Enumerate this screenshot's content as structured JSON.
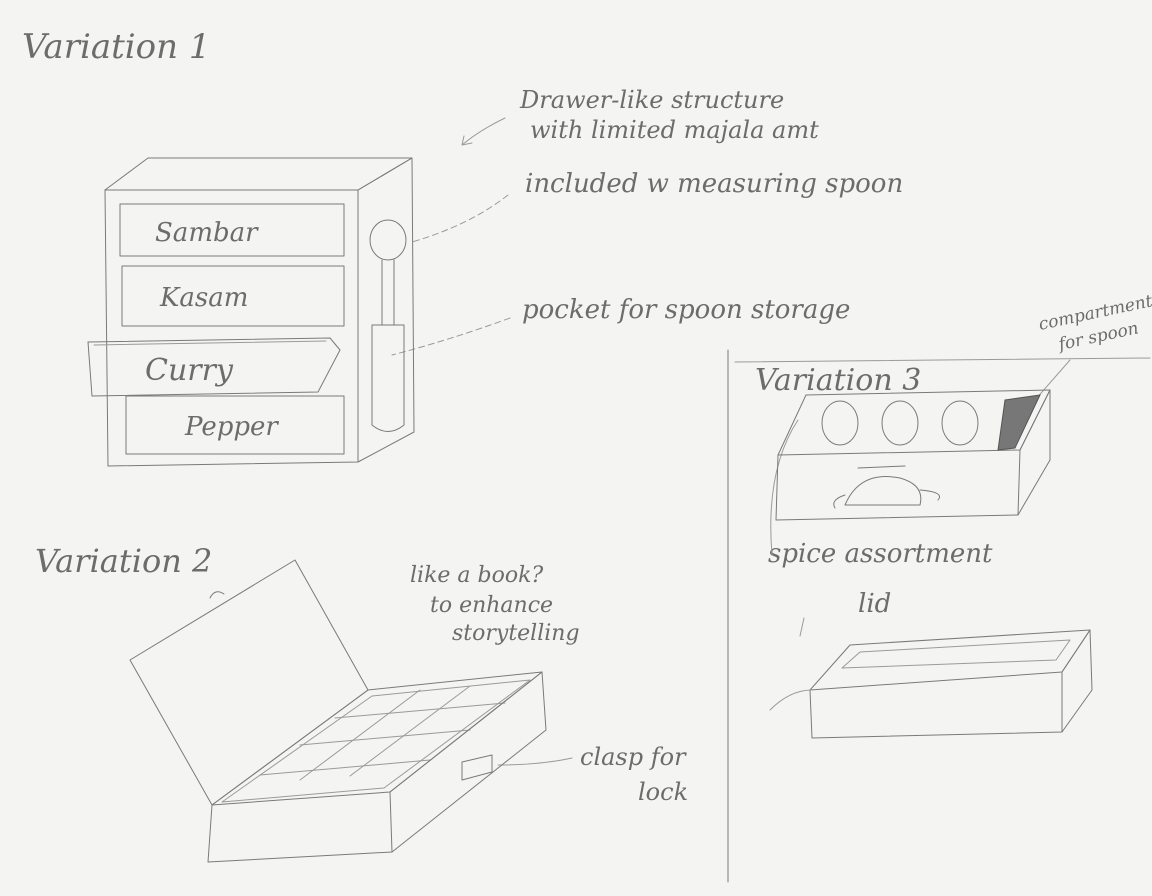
{
  "variation1": {
    "title": "Variation 1",
    "drawer_labels": [
      "Sambar",
      "Kasam",
      "Curry",
      "Pepper"
    ],
    "note_drawer_line1": "Drawer-like structure",
    "note_drawer_line2": "with limited majala amt",
    "note_spoon": "included w measuring spoon",
    "note_pocket": "pocket for spoon storage"
  },
  "variation2": {
    "title": "Variation 2",
    "note_book_line1": "like a book?",
    "note_book_line2": "to enhance",
    "note_book_line3": "storytelling",
    "note_clasp_line1": "clasp for",
    "note_clasp_line2": "lock"
  },
  "variation3": {
    "title": "Variation 3",
    "note_compartment_line1": "compartment",
    "note_compartment_line2": "for spoon",
    "note_spice": "spice assortment",
    "note_lid": "lid"
  }
}
